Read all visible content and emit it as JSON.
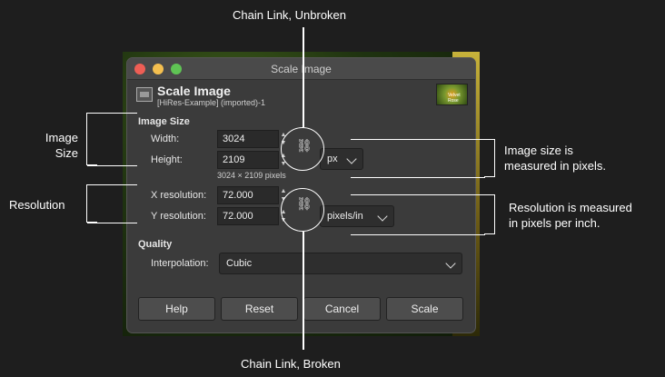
{
  "window": {
    "title": "Scale Image"
  },
  "header": {
    "title": "Scale Image",
    "subtitle": "[HiRes-Example] (imported)-1",
    "thumb_text": "Velvet Rose"
  },
  "image_size": {
    "section": "Image Size",
    "width_label": "Width:",
    "width_value": "3024",
    "height_label": "Height:",
    "height_value": "2109",
    "note": "3024 × 2109 pixels",
    "unit": "px"
  },
  "resolution": {
    "x_label": "X resolution:",
    "x_value": "72.000",
    "y_label": "Y resolution:",
    "y_value": "72.000",
    "unit": "pixels/in"
  },
  "quality": {
    "section": "Quality",
    "interp_label": "Interpolation:",
    "interp_value": "Cubic"
  },
  "buttons": {
    "help": "Help",
    "reset": "Reset",
    "cancel": "Cancel",
    "scale": "Scale"
  },
  "annotations": {
    "chain_unbroken": "Chain Link, Unbroken",
    "chain_broken": "Chain Link, Broken",
    "image_size_l1": "Image",
    "image_size_l2": "Size",
    "resolution": "Resolution",
    "size_px_l1": "Image size is",
    "size_px_l2": "measured in pixels.",
    "res_ppi_l1": "Resolution is measured",
    "res_ppi_l2": "in pixels per inch."
  }
}
